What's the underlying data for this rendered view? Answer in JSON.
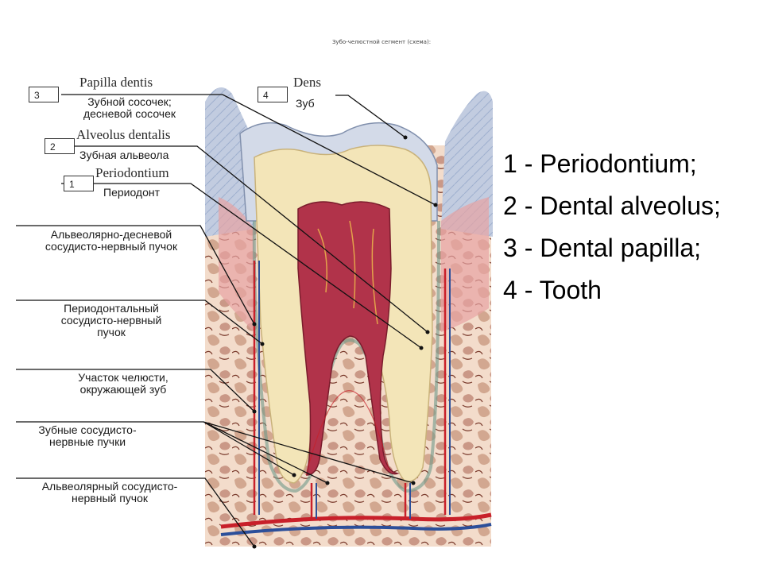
{
  "title": "Зубо-челюстной сегмент (схема):",
  "figure": {
    "boxes": {
      "b3": "3",
      "b4": "4",
      "b2": "2",
      "b1": "1"
    },
    "labels": {
      "papilla_latin": "Papilla dentis",
      "papilla_ru_1": "Зубной сосочек;",
      "papilla_ru_2": "десневой сосочек",
      "dens_latin": "Dens",
      "dens_ru": "Зуб",
      "alveolus_latin": "Alveolus dentalis",
      "alveolus_ru": "Зубная альвеола",
      "periodontium_latin": "Periodontium",
      "periodontium_ru": "Периодонт",
      "alv_ging_1": "Альвеолярно-десневой",
      "alv_ging_2": "сосудисто-нервный пучок",
      "periodontal_1": "Периодонтальный",
      "periodontal_2": "сосудисто-нервный",
      "periodontal_3": "пучок",
      "jaw_1": "Участок челюсти,",
      "jaw_2": "окружающей зуб",
      "dental_1": "Зубные сосудисто-",
      "dental_2": "нервные пучки",
      "alveolar_1": "Альвеолярный сосудисто-",
      "alveolar_2": "нервный пучок"
    }
  },
  "legend": [
    "1 - Periodontium;",
    "2 - Dental alveolus;",
    "3 - Dental papilla;",
    "4 - Tooth"
  ],
  "colors": {
    "gum": "#b9c6db",
    "enamel": "#d7dde8",
    "dentin": "#f1e3b3",
    "pulp": "#b1334a",
    "bone": "#f2d9c6",
    "bone_pattern": "#8a4a3c",
    "vessel_red": "#c8202a",
    "vessel_blue": "#2c4f9a"
  }
}
